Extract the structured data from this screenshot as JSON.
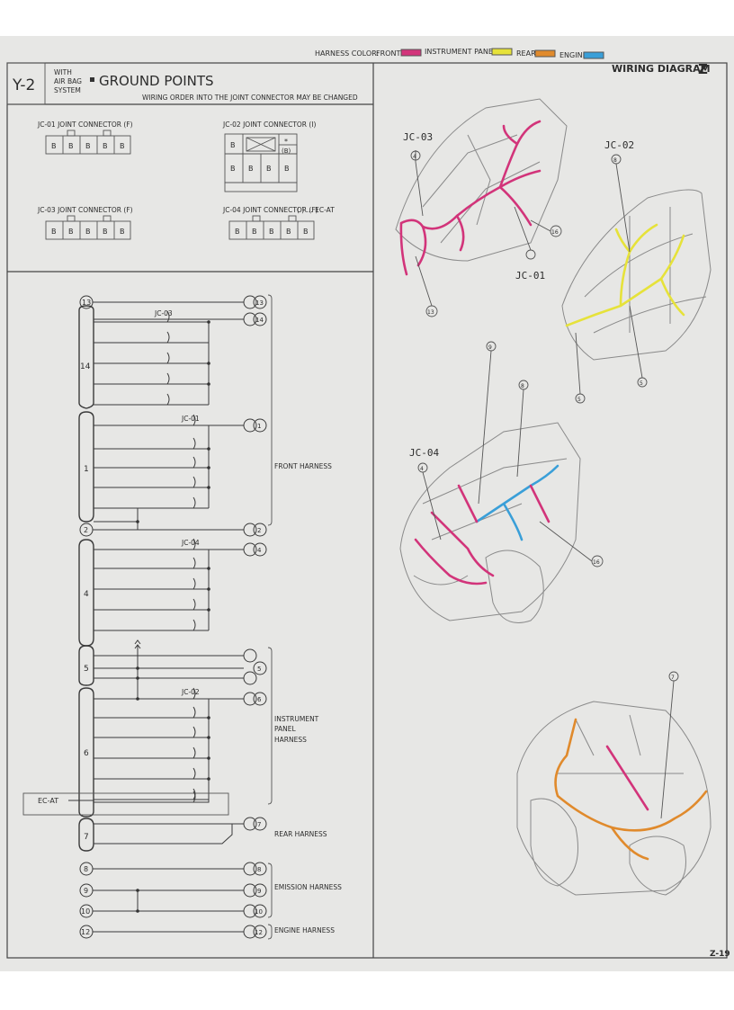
{
  "legend": {
    "label": "HARNESS COLOR:",
    "items": [
      {
        "name": "FRONT",
        "color": "#d2347a"
      },
      {
        "name": "INSTRUMENT PANEL",
        "color": "#e6e23a"
      },
      {
        "name": "REAR",
        "color": "#e08a2c"
      },
      {
        "name": "ENGINE",
        "color": "#3a9fd8"
      }
    ]
  },
  "header": {
    "section_code": "Y-2",
    "condition_line1": "WITH",
    "condition_line2": "AIR BAG",
    "condition_line3": "SYSTEM",
    "title": "GROUND POINTS",
    "note": "WIRING ORDER INTO THE JOINT CONNECTOR MAY BE CHANGED",
    "diagram_title": "WIRING DIAGRAM",
    "diagram_letter": "Z"
  },
  "connectors": [
    {
      "id": "jc01",
      "label": "JC-01 JOINT CONNECTOR (F)",
      "pins": [
        "B",
        "B",
        "B",
        "B",
        "B"
      ]
    },
    {
      "id": "jc02",
      "label": "JC-02 JOINT CONNECTOR (I)",
      "pins": [
        "B",
        "B",
        "B",
        "B"
      ],
      "top_pins": [
        "B",
        "*"
      ],
      "top_note": "(B)",
      "note": "( ) ... EC-AT"
    },
    {
      "id": "jc03",
      "label": "JC-03 JOINT CONNECTOR (F)",
      "pins": [
        "B",
        "B",
        "B",
        "B",
        "B"
      ]
    },
    {
      "id": "jc04",
      "label": "JC-04 JOINT CONNECTOR (F)",
      "pins": [
        "B",
        "B",
        "B",
        "B",
        "B"
      ]
    }
  ],
  "schematic": {
    "left_points": [
      "13",
      "14",
      "1",
      "2",
      "4",
      "5",
      "6",
      "7",
      "8",
      "9",
      "10",
      "12"
    ],
    "right_points": [
      "13",
      "14",
      "1",
      "2",
      "4",
      "5",
      "6",
      "7",
      "8",
      "9",
      "10",
      "12"
    ],
    "joint_labels": [
      "JC-03",
      "JC-01",
      "JC-04",
      "JC-02"
    ],
    "ec_at_label": "EC-AT",
    "groups": [
      {
        "label": "FRONT HARNESS"
      },
      {
        "label_lines": [
          "INSTRUMENT",
          "PANEL",
          "HARNESS"
        ]
      },
      {
        "label": "REAR HARNESS"
      },
      {
        "label": "EMISSION HARNESS"
      },
      {
        "label": "ENGINE HARNESS"
      }
    ]
  },
  "illustrations": {
    "labels": [
      "JC-03",
      "JC-02",
      "JC-01",
      "JC-04"
    ],
    "callouts": [
      "4",
      "8",
      "13",
      "16",
      "5",
      "9",
      "7"
    ]
  },
  "footer": {
    "page": "Z-19"
  }
}
